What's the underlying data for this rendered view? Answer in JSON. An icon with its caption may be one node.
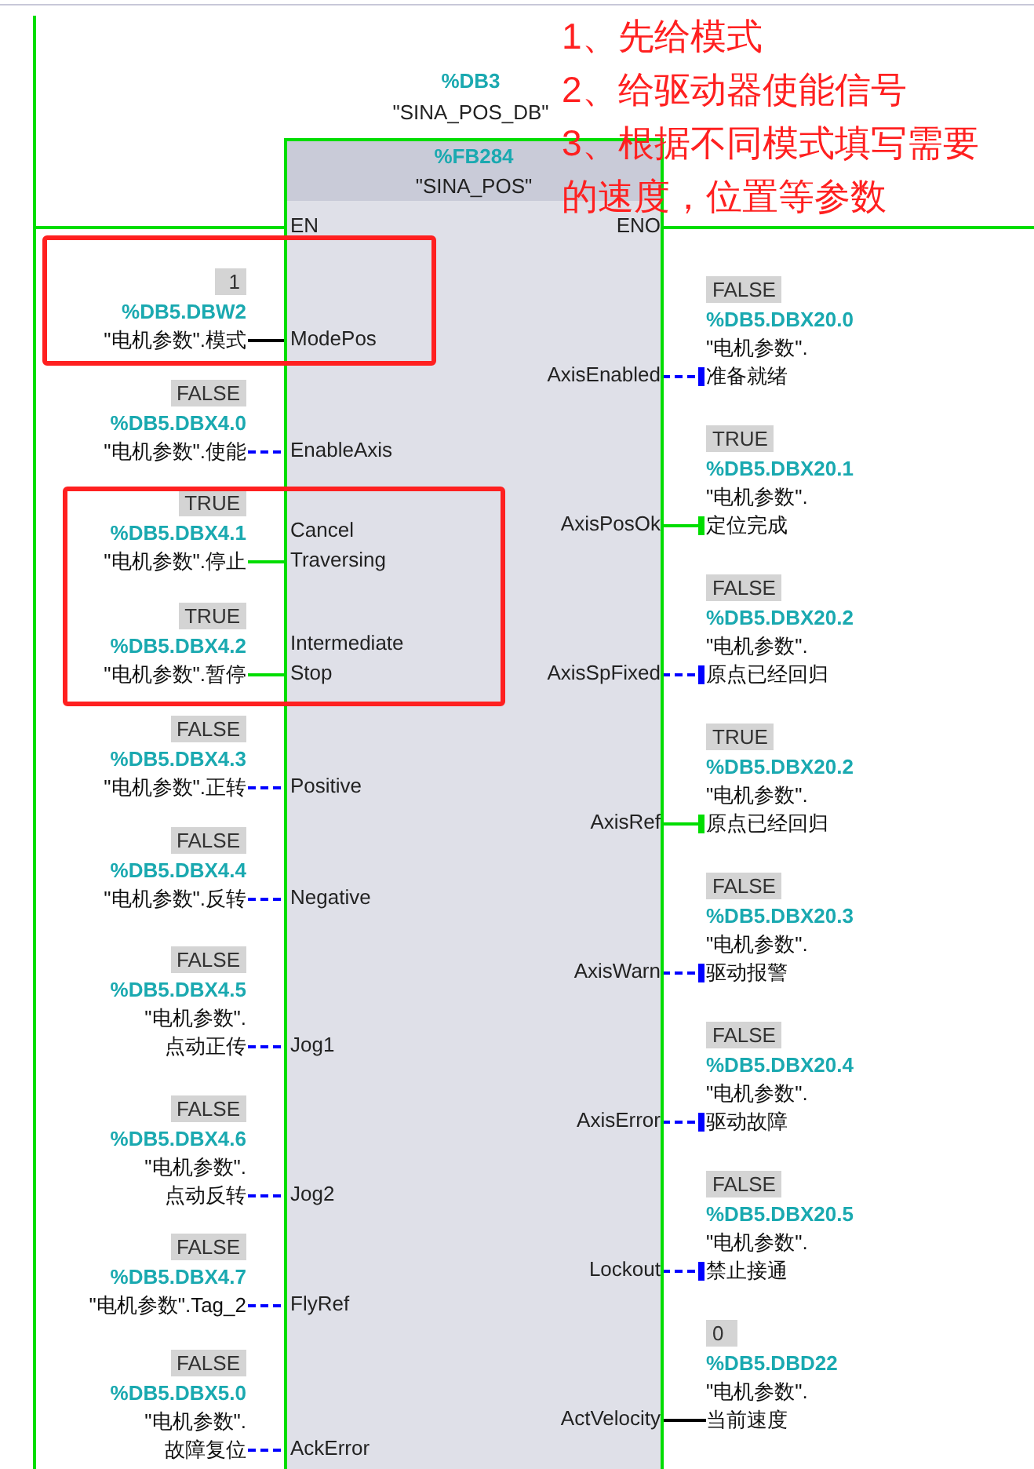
{
  "diagram": {
    "nodes": [
      {
        "text": [
          "%FB284",
          "\"SINA_POS\""
        ],
        "beside": [
          "%DB3",
          "\"SINA_POS_DB\""
        ]
      },
      {
        "text": [
          "EN"
        ],
        "in": 0
      },
      {
        "text": [
          "ENO"
        ],
        "in": 0
      },
      {
        "text": [
          "ModePos"
        ],
        "in": 0
      },
      {
        "text": [
          "EnableAxis"
        ],
        "in": 0
      },
      {
        "text": [
          "Cancel Traversing"
        ],
        "in": 0
      },
      {
        "text": [
          "Intermediate Stop"
        ],
        "in": 0
      },
      {
        "text": [
          "Positive"
        ],
        "in": 0
      },
      {
        "text": [
          "Negative"
        ],
        "in": 0
      },
      {
        "text": [
          "Jog1"
        ],
        "in": 0
      },
      {
        "text": [
          "Jog2"
        ],
        "in": 0
      },
      {
        "text": [
          "FlyRef"
        ],
        "in": 0
      },
      {
        "text": [
          "AckError"
        ],
        "in": 0
      },
      {
        "text": [
          "AxisEnabled"
        ],
        "in": 0
      },
      {
        "text": [
          "AxisPosOk"
        ],
        "in": 0
      },
      {
        "text": [
          "AxisSpFixed"
        ],
        "in": 0
      },
      {
        "text": [
          "AxisRef"
        ],
        "in": 0
      },
      {
        "text": [
          "AxisWarn"
        ],
        "in": 0
      },
      {
        "text": [
          "AxisError"
        ],
        "in": 0
      },
      {
        "text": [
          "Lockout"
        ],
        "in": 0
      },
      {
        "text": [
          "ActVelocity"
        ],
        "in": 0
      },
      {
        "text": [
          "1",
          "%DB5.DBW2",
          "\"电机参数\".模式"
        ]
      },
      {
        "text": [
          "FALSE",
          "%DB5.DBX4.0",
          "\"电机参数\".使能"
        ]
      },
      {
        "text": [
          "TRUE",
          "%DB5.DBX4.1",
          "\"电机参数\".停止"
        ]
      },
      {
        "text": [
          "TRUE",
          "%DB5.DBX4.2",
          "\"电机参数\".暂停"
        ]
      },
      {
        "text": [
          "FALSE",
          "%DB5.DBX4.3",
          "\"电机参数\".正转"
        ]
      },
      {
        "text": [
          "FALSE",
          "%DB5.DBX4.4",
          "\"电机参数\".反转"
        ]
      },
      {
        "text": [
          "FALSE",
          "%DB5.DBX4.5",
          "\"电机参数\".点动正传"
        ]
      },
      {
        "text": [
          "FALSE",
          "%DB5.DBX4.6",
          "\"电机参数\".点动反转"
        ]
      },
      {
        "text": [
          "FALSE",
          "%DB5.DBX4.7",
          "\"电机参数\".Tag_2"
        ]
      },
      {
        "text": [
          "FALSE",
          "%DB5.DBX5.0",
          "\"电机参数\".故障复位"
        ]
      },
      {
        "text": [
          "FALSE",
          "%DB5.DBX20.0",
          "\"电机参数\".准备就绪"
        ]
      },
      {
        "text": [
          "TRUE",
          "%DB5.DBX20.1",
          "\"电机参数\".定位完成"
        ]
      },
      {
        "text": [
          "FALSE",
          "%DB5.DBX20.2",
          "\"电机参数\".原点已经回归"
        ]
      },
      {
        "text": [
          "TRUE",
          "%DB5.DBX20.2",
          "\"电机参数\".原点已经回归"
        ]
      },
      {
        "text": [
          "FALSE",
          "%DB5.DBX20.3",
          "\"电机参数\".驱动报警"
        ]
      },
      {
        "text": [
          "FALSE",
          "%DB5.DBX20.4",
          "\"电机参数\".驱动故障"
        ]
      },
      {
        "text": [
          "FALSE",
          "%DB5.DBX20.5",
          "\"电机参数\".禁止接通"
        ]
      },
      {
        "text": [
          "0",
          "%DB5.DBD22",
          "\"电机参数\".当前速度"
        ]
      },
      {
        "text": [],
        "shape": "bar"
      }
    ],
    "edges": [
      {
        "from": 39,
        "to": 1,
        "arrow": "none",
        "color": "#00dd00"
      },
      {
        "from": 2,
        "to": null,
        "arrow": "none",
        "color": "#00dd00"
      },
      {
        "from": 21,
        "to": 3,
        "arrow": "none",
        "color": "#000000"
      },
      {
        "from": 22,
        "to": 4,
        "arrow": "none",
        "style": "dashed"
      },
      {
        "from": 23,
        "to": 5,
        "arrow": "none",
        "color": "#00dd00"
      },
      {
        "from": 24,
        "to": 6,
        "arrow": "none",
        "color": "#00dd00"
      },
      {
        "from": 25,
        "to": 7,
        "arrow": "none",
        "style": "dashed"
      },
      {
        "from": 26,
        "to": 8,
        "arrow": "none",
        "style": "dashed"
      },
      {
        "from": 27,
        "to": 9,
        "arrow": "none",
        "style": "dashed"
      },
      {
        "from": 28,
        "to": 10,
        "arrow": "none",
        "style": "dashed"
      },
      {
        "from": 29,
        "to": 11,
        "arrow": "none",
        "style": "dashed"
      },
      {
        "from": 30,
        "to": 12,
        "arrow": "none",
        "style": "dashed"
      },
      {
        "from": 13,
        "to": 31,
        "arrow": "other",
        "style": "dashed"
      },
      {
        "from": 14,
        "to": 32,
        "arrow": "other",
        "color": "#00dd00"
      },
      {
        "from": 15,
        "to": 33,
        "arrow": "other",
        "style": "dashed"
      },
      {
        "from": 16,
        "to": 34,
        "arrow": "other",
        "color": "#00dd00"
      },
      {
        "from": 17,
        "to": 35,
        "arrow": "other",
        "style": "dashed"
      },
      {
        "from": 18,
        "to": 36,
        "arrow": "other",
        "style": "dashed"
      },
      {
        "from": 19,
        "to": 37,
        "arrow": "other",
        "style": "dashed"
      },
      {
        "from": 20,
        "to": 38,
        "arrow": "none",
        "color": "#000000"
      }
    ],
    "labels": [
      "1、先给模式",
      "2、给驱动器使能信号",
      "3、根据不同模式填写需要的速度，位置等参数"
    ]
  }
}
